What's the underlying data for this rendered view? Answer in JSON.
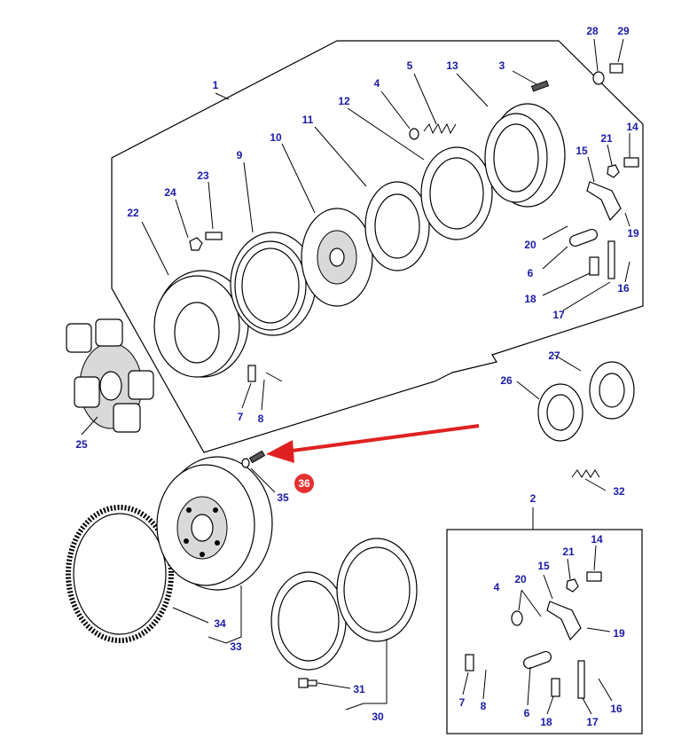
{
  "diagram": {
    "labels": {
      "l1": "1",
      "l2": "2",
      "l3": "3",
      "l4": "4",
      "l5": "5",
      "l6": "6",
      "l7": "7",
      "l8": "8",
      "l9": "9",
      "l10": "10",
      "l11": "11",
      "l12": "12",
      "l13": "13",
      "l14": "14",
      "l15": "15",
      "l16": "16",
      "l17": "17",
      "l18": "18",
      "l19": "19",
      "l20": "20",
      "l21": "21",
      "l22": "22",
      "l23": "23",
      "l24": "24",
      "l25": "25",
      "l26": "26",
      "l27": "27",
      "l28": "28",
      "l29": "29",
      "l30": "30",
      "l31": "31",
      "l32": "32",
      "l33": "33",
      "l34": "34",
      "l35": "35",
      "l36": "36",
      "k4": "4",
      "k6": "6",
      "k7": "7",
      "k8": "8",
      "k14": "14",
      "k15": "15",
      "k16": "16",
      "k17": "17",
      "k18": "18",
      "k19": "19",
      "k20": "20",
      "k21": "21"
    },
    "highlight_color": "#e53030",
    "arrow_color": "#e02020",
    "label_color": "#1a1aa6"
  }
}
